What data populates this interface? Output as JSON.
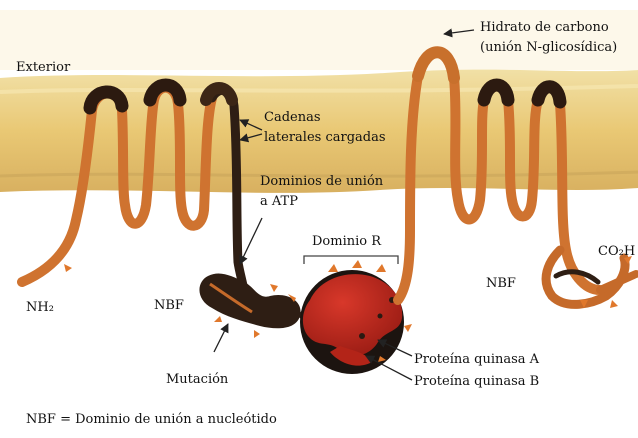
{
  "labels": {
    "exterior": "Exterior",
    "carbohydrate_line1": "Hidrato de carbono",
    "carbohydrate_line2": "(unión N-glicosídica)",
    "charged_chains_line1": "Cadenas",
    "charged_chains_line2": "laterales cargadas",
    "atp_domains_line1": "Dominios de unión",
    "atp_domains_line2": "a ATP",
    "r_domain": "Dominio R",
    "nh2": "NH₂",
    "co2h": "CO₂H",
    "nbf_left": "NBF",
    "nbf_right": "NBF",
    "mutation": "Mutación",
    "pka": "Proteína quinasa A",
    "pkb": "Proteína quinasa B",
    "legend": "NBF = Dominio de unión a nucleótido"
  },
  "colors": {
    "membrane": "#e6c56f",
    "membrane_light": "#f3dc95",
    "protein_orange": "#d2772e",
    "protein_dark": "#3a2416",
    "r_domain_red": "#c8281c",
    "r_domain_dark": "#1c1410",
    "phosphate": "#e0782c"
  }
}
